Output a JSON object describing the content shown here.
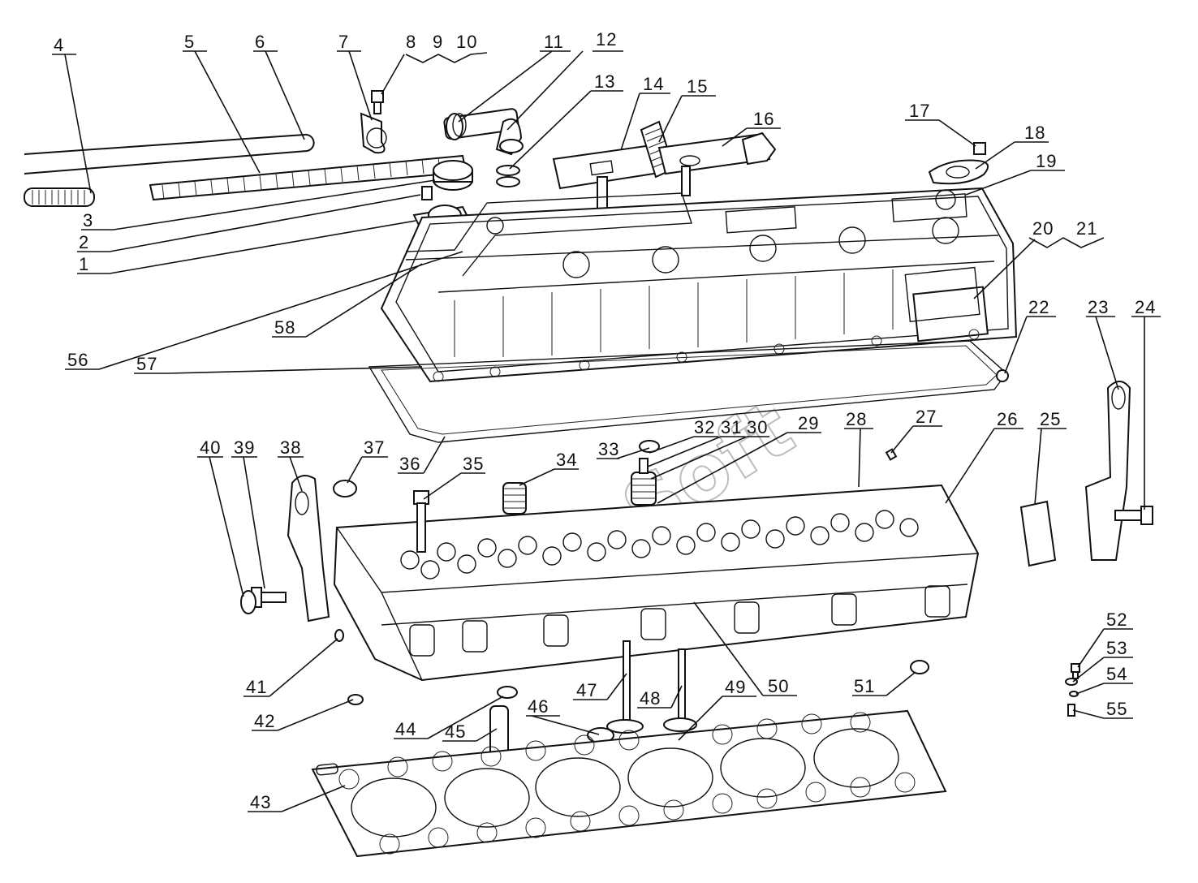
{
  "watermark": "AutoSoft",
  "labels": [
    {
      "id": "1",
      "text": "1"
    },
    {
      "id": "2",
      "text": "2"
    },
    {
      "id": "3",
      "text": "3"
    },
    {
      "id": "4",
      "text": "4"
    },
    {
      "id": "5",
      "text": "5"
    },
    {
      "id": "6",
      "text": "6"
    },
    {
      "id": "7",
      "text": "7"
    },
    {
      "id": "8",
      "text": "8"
    },
    {
      "id": "9",
      "text": "9"
    },
    {
      "id": "10",
      "text": "10"
    },
    {
      "id": "11",
      "text": "11"
    },
    {
      "id": "12",
      "text": "12"
    },
    {
      "id": "13",
      "text": "13"
    },
    {
      "id": "14",
      "text": "14"
    },
    {
      "id": "15",
      "text": "15"
    },
    {
      "id": "16",
      "text": "16"
    },
    {
      "id": "17",
      "text": "17"
    },
    {
      "id": "18",
      "text": "18"
    },
    {
      "id": "19",
      "text": "19"
    },
    {
      "id": "20",
      "text": "20"
    },
    {
      "id": "21",
      "text": "21"
    },
    {
      "id": "22",
      "text": "22"
    },
    {
      "id": "23",
      "text": "23"
    },
    {
      "id": "24",
      "text": "24"
    },
    {
      "id": "25",
      "text": "25"
    },
    {
      "id": "26",
      "text": "26"
    },
    {
      "id": "27",
      "text": "27"
    },
    {
      "id": "28",
      "text": "28"
    },
    {
      "id": "29",
      "text": "29"
    },
    {
      "id": "30",
      "text": "30"
    },
    {
      "id": "31",
      "text": "31"
    },
    {
      "id": "32",
      "text": "32"
    },
    {
      "id": "33",
      "text": "33"
    },
    {
      "id": "34",
      "text": "34"
    },
    {
      "id": "35",
      "text": "35"
    },
    {
      "id": "36",
      "text": "36"
    },
    {
      "id": "37",
      "text": "37"
    },
    {
      "id": "38",
      "text": "38"
    },
    {
      "id": "39",
      "text": "39"
    },
    {
      "id": "40",
      "text": "40"
    },
    {
      "id": "41",
      "text": "41"
    },
    {
      "id": "42",
      "text": "42"
    },
    {
      "id": "43",
      "text": "43"
    },
    {
      "id": "44",
      "text": "44"
    },
    {
      "id": "45",
      "text": "45"
    },
    {
      "id": "46",
      "text": "46"
    },
    {
      "id": "47",
      "text": "47"
    },
    {
      "id": "48",
      "text": "48"
    },
    {
      "id": "49",
      "text": "49"
    },
    {
      "id": "50",
      "text": "50"
    },
    {
      "id": "51",
      "text": "51"
    },
    {
      "id": "52",
      "text": "52"
    },
    {
      "id": "53",
      "text": "53"
    },
    {
      "id": "54",
      "text": "54"
    },
    {
      "id": "55",
      "text": "55"
    },
    {
      "id": "56",
      "text": "56"
    },
    {
      "id": "57",
      "text": "57"
    },
    {
      "id": "58",
      "text": "58"
    }
  ]
}
